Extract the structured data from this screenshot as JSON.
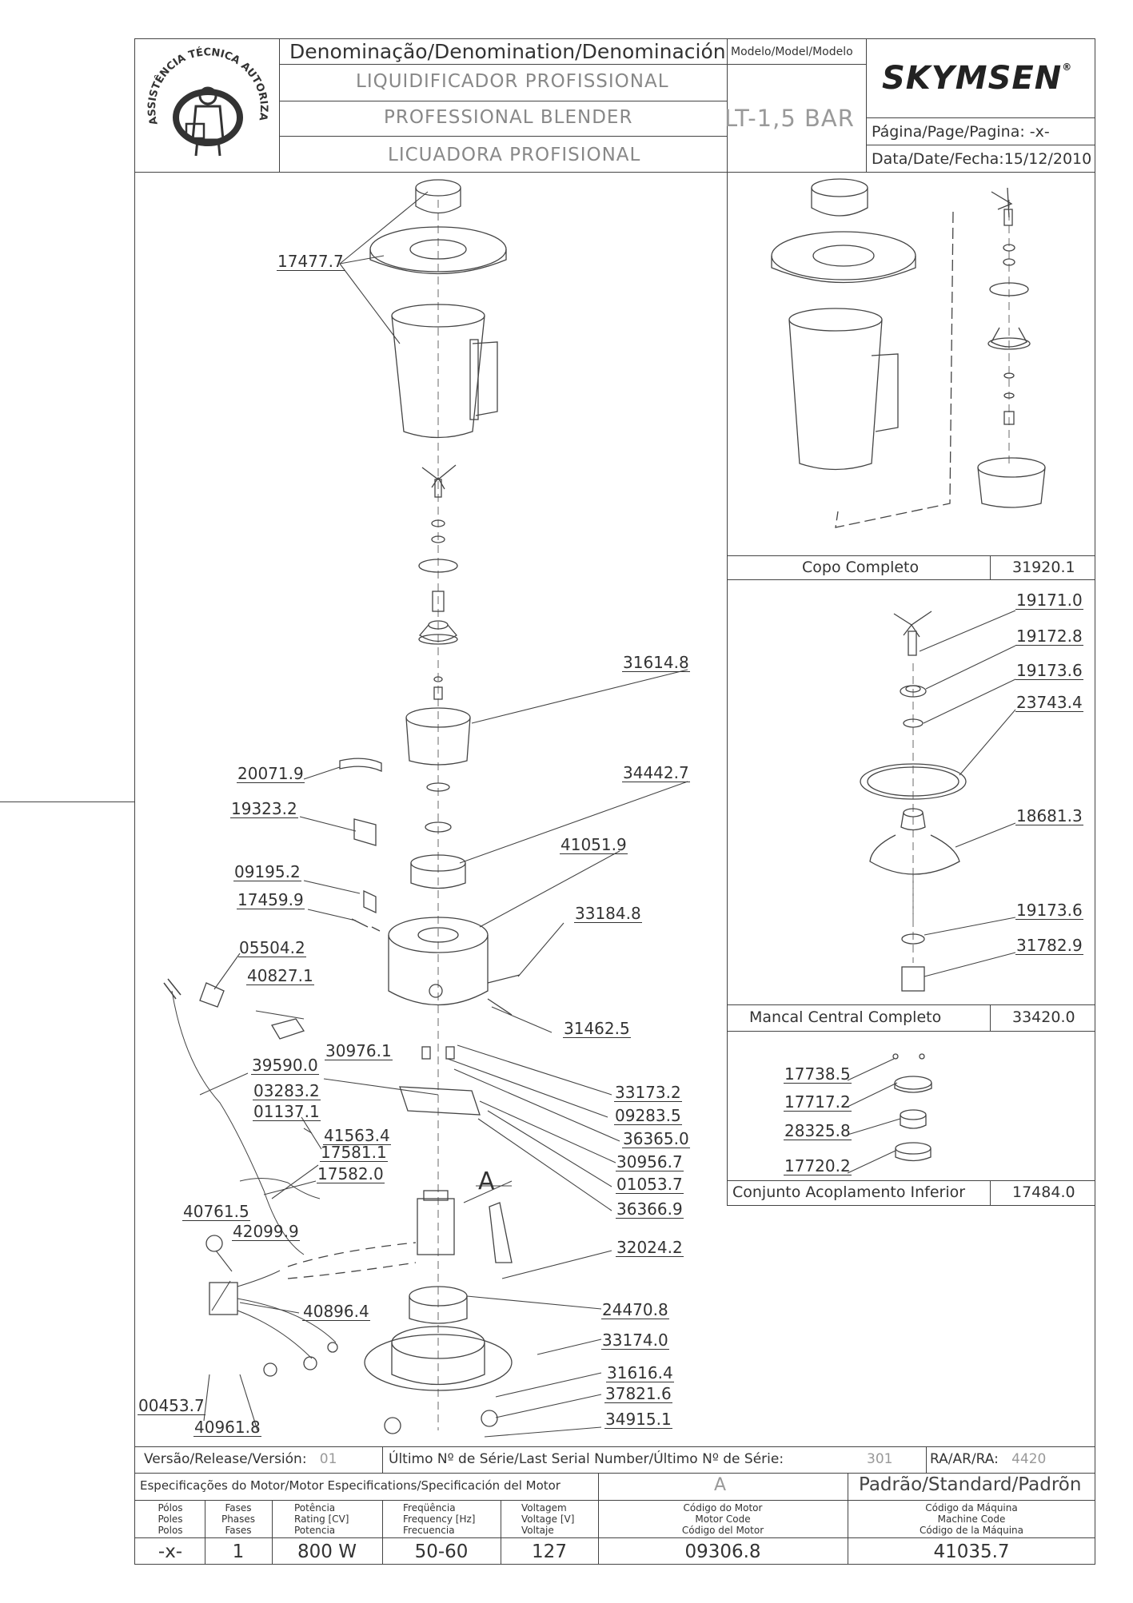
{
  "header": {
    "denomination_label": "Denominação/Denomination/Denominación",
    "name_pt": "LIQUIDIFICADOR PROFISSIONAL",
    "name_en": "PROFESSIONAL BLENDER",
    "name_es": "LICUADORA PROFISIONAL",
    "model_label": "Modelo/Model/Modelo",
    "model_value": "LT-1,5 BAR",
    "brand": "SKYMSEN",
    "brand_mark": "®",
    "page_label": "Página/Page/Pagina:",
    "page_value": "-x-",
    "date_label": "Data/Date/Fecha:",
    "date_value": "15/12/2010",
    "stamp_text": "ASSISTÊNCIA TÉCNICA AUTORIZADA"
  },
  "assemblies": [
    {
      "label": "Copo Completo",
      "code": "31920.1"
    },
    {
      "label": "Mancal Central Completo",
      "code": "33420.0"
    },
    {
      "label": "Conjunto Acoplamento Inferior",
      "code": "17484.0"
    }
  ],
  "main_parts": [
    "17477.7",
    "31614.8",
    "20071.9",
    "34442.7",
    "19323.2",
    "41051.9",
    "09195.2",
    "17459.9",
    "33184.8",
    "05504.2",
    "40827.1",
    "31462.5",
    "39590.0",
    "30976.1",
    "03283.2",
    "01137.1",
    "41563.4",
    "17581.1",
    "17582.0",
    "33173.2",
    "09283.5",
    "36365.0",
    "30956.7",
    "01053.7",
    "36366.9",
    "32024.2",
    "40761.5",
    "42099.9",
    "40896.4",
    "24470.8",
    "33174.0",
    "31616.4",
    "37821.6",
    "34915.1",
    "00453.7",
    "40961.8"
  ],
  "detail_letter": "A",
  "bearing_parts": [
    "19171.0",
    "19172.8",
    "19173.6",
    "23743.4",
    "18681.3",
    "19173.6",
    "31782.9"
  ],
  "coupling_parts": [
    "17738.5",
    "17717.2",
    "28325.8",
    "17720.2"
  ],
  "footer": {
    "version_label": "Versão/Release/Versión:",
    "version_value": "01",
    "serial_label": "Último Nº de Série/Last Serial Number/Último Nº de Série:",
    "serial_value": "301",
    "ra_label": "RA/AR/RA:",
    "ra_value": "4420",
    "motor_spec_label": "Especificações do Motor/Motor Especifications/Specificación del Motor",
    "motor_letter": "A",
    "standard_label": "Padrão/Standard/Padrõn",
    "col_poles": [
      "Pólos",
      "Poles",
      "Polos"
    ],
    "col_phases": [
      "Fases",
      "Phases",
      "Fases"
    ],
    "col_power": [
      "Potência",
      "Rating [CV]",
      "Potencia"
    ],
    "col_freq": [
      "Freqüência",
      "Frequency [Hz]",
      "Frecuencia"
    ],
    "col_voltage": [
      "Voltagem",
      "Voltage [V]",
      "Voltaje"
    ],
    "col_motor_code": [
      "Código do Motor",
      "Motor Code",
      "Código del Motor"
    ],
    "col_machine_code": [
      "Código da Máquina",
      "Machine Code",
      "Código de la Máquina"
    ],
    "poles_value": "-x-",
    "phases_value": "1",
    "power_value": "800 W",
    "freq_value": "50-60",
    "voltage_value": "127",
    "motor_code_value": "09306.8",
    "machine_code_value": "41035.7"
  }
}
